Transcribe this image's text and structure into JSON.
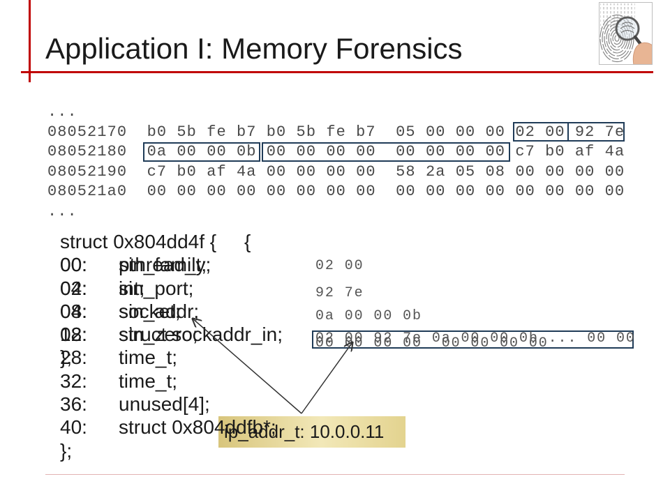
{
  "slide": {
    "title": "Application I: Memory Forensics"
  },
  "icons": {
    "slide_picture": "fingerprint-magnifier-icon"
  },
  "colors": {
    "accent_red": "#c00000",
    "highlight_box": "#1f3b57",
    "hex_text": "#4a4a4a",
    "callout_gradient_start": "#d8c57c",
    "callout_gradient_end": "#f2e8b8"
  },
  "hexdump": {
    "lines": [
      "...",
      "08052170  b0 5b fe b7 b0 5b fe b7  05 00 00 00 02 00 92 7e",
      "08052180  0a 00 00 0b 00 00 00 00  00 00 00 00 c7 b0 af 4a",
      "08052190  c7 b0 af 4a 00 00 00 00  58 2a 05 08 00 00 00 00",
      "080521a0  00 00 00 00 00 00 00 00  00 00 00 00 00 00 00 00",
      "..."
    ]
  },
  "struct_outer": {
    "header": "struct 0x804dd4f {",
    "fields": [
      {
        "offset": "00:",
        "type": "pthread_t;"
      },
      {
        "offset": "04:",
        "type": "int;"
      },
      {
        "offset": "08:",
        "type": "socket;"
      },
      {
        "offset": "12:",
        "type": "struct sockaddr_in;"
      },
      {
        "offset": "28:",
        "type": "time_t;"
      },
      {
        "offset": "32:",
        "type": "time_t;"
      },
      {
        "offset": "36:",
        "type": "unused[4];"
      },
      {
        "offset": "40:",
        "type": "struct 0x804ddfb*;"
      }
    ],
    "footer": "};"
  },
  "struct_overlay": {
    "header": "{",
    "fields": [
      {
        "offset": "00:",
        "name": "sin_family;"
      },
      {
        "offset": "02:",
        "name": "sin_port;"
      },
      {
        "offset": "04:",
        "name": "sin_addr;"
      },
      {
        "offset": "08:",
        "name": "sin_zero;"
      }
    ],
    "footer": "};"
  },
  "field_bytes": {
    "sin_family": "02 00",
    "sin_port": "92 7e",
    "sin_addr": "0a 00 00 0b",
    "sin_zero": "00 00 00 00  00 00 00 00",
    "sockaddr_in": "02 00 92 7e 0a 00 00 0b ... 00 00"
  },
  "callout": {
    "label": "ip_addr_t: 10.0.0.11"
  }
}
